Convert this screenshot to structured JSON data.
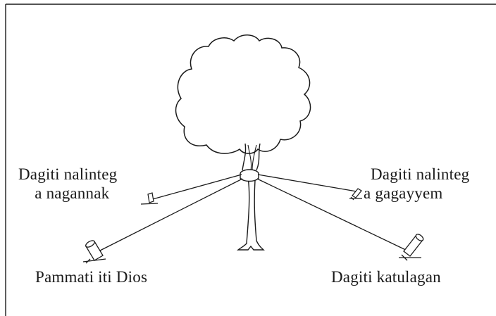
{
  "labels": {
    "top_left": {
      "line1": "Dagiti nalinteg",
      "line2": "a nagannak"
    },
    "top_right": {
      "line1": "Dagiti nalinteg",
      "line2": "a gagayyem"
    },
    "bottom_left": "Pammati iti Dios",
    "bottom_right": "Dagiti katulagan"
  },
  "colors": {
    "stroke": "#1a1a1a",
    "background": "#ffffff"
  }
}
